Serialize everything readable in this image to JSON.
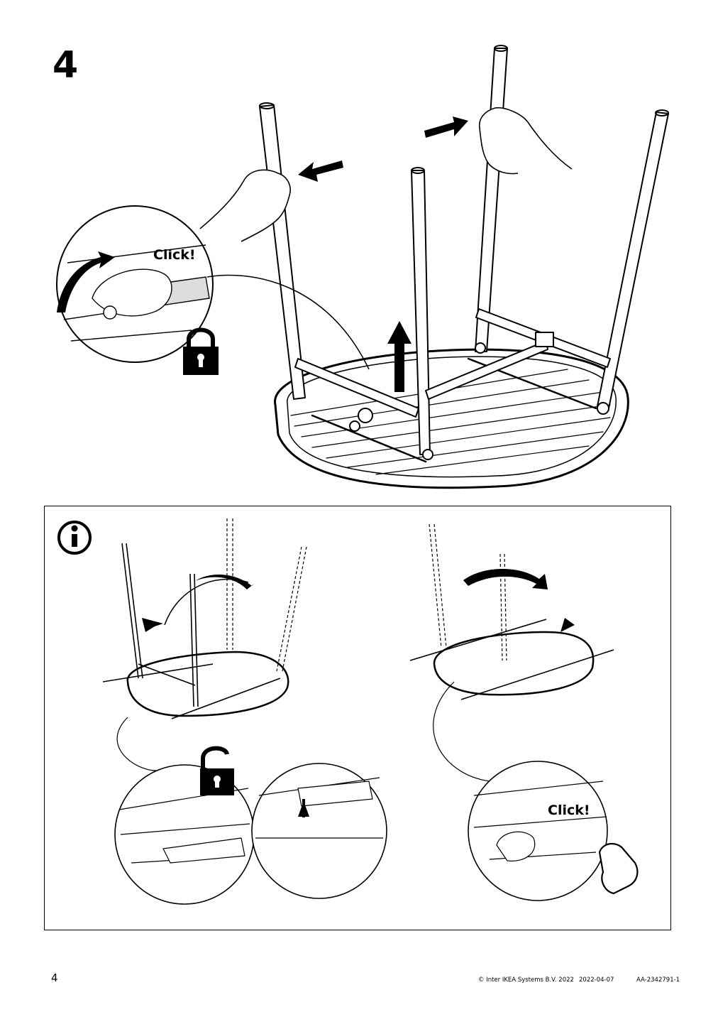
{
  "step": {
    "number": "4"
  },
  "callouts": {
    "click_top": "Click!",
    "click_info": "Click!"
  },
  "footer": {
    "page_number": "4",
    "copyright": "© Inter IKEA Systems B.V. 2022",
    "date": "2022-04-07",
    "article_code": "AA-2342791-1"
  },
  "icons": [
    "info-icon",
    "lock-closed-icon",
    "lock-open-icon",
    "arrow-icon",
    "hand-icon"
  ]
}
